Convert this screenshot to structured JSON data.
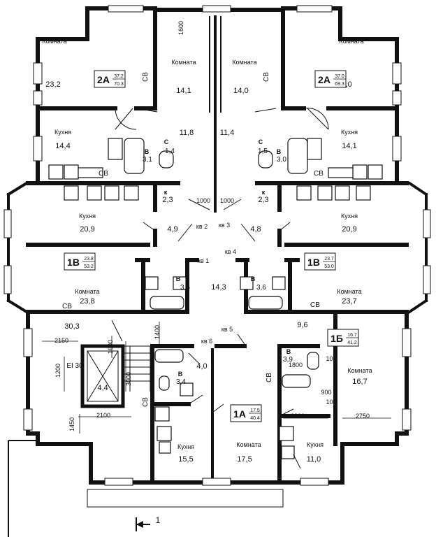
{
  "rooms": [
    {
      "id": "r1",
      "name": "Комната",
      "area": "23,2"
    },
    {
      "id": "r2",
      "name": "Комната",
      "area": "14,1"
    },
    {
      "id": "r3",
      "name": "Комната",
      "area": "14,0"
    },
    {
      "id": "r4",
      "name": "Комната",
      "area": "23,0"
    },
    {
      "id": "r5",
      "name": "Кухня",
      "area": "14,4"
    },
    {
      "id": "r6",
      "name": "Кухня",
      "area": "14,1"
    },
    {
      "id": "r7",
      "name": "Кухня",
      "area": "20,9"
    },
    {
      "id": "r8",
      "name": "Кухня",
      "area": "20,9"
    },
    {
      "id": "r9",
      "name": "Комната",
      "area": "23,8"
    },
    {
      "id": "r10",
      "name": "Комната",
      "area": "23,7"
    },
    {
      "id": "r11",
      "name": "Комната",
      "area": "16,7"
    },
    {
      "id": "r12",
      "name": "Кухня",
      "area": "15,5"
    },
    {
      "id": "r13",
      "name": "Комната",
      "area": "17,5"
    },
    {
      "id": "r14",
      "name": "Кухня",
      "area": "11,0"
    }
  ],
  "apartments": [
    {
      "id": "a1",
      "code": "2А",
      "total": "70.3",
      "living": "37.2"
    },
    {
      "id": "a2",
      "code": "2А",
      "total": "69.3",
      "living": "37.0"
    },
    {
      "id": "a3",
      "code": "1В",
      "total": "53.2",
      "living": "23.8"
    },
    {
      "id": "a4",
      "code": "1В",
      "total": "53.0",
      "living": "23.7"
    },
    {
      "id": "a5",
      "code": "1Б",
      "total": "41.2",
      "living": "16.7"
    },
    {
      "id": "a6",
      "code": "1А",
      "total": "40.4",
      "living": "17.5"
    }
  ],
  "small_areas": [
    {
      "id": "s1",
      "text": "11,8"
    },
    {
      "id": "s2",
      "text": "11,4"
    },
    {
      "id": "s3",
      "text": "4,9"
    },
    {
      "id": "s4",
      "text": "4,8"
    },
    {
      "id": "s5",
      "text": "14,3"
    },
    {
      "id": "s6",
      "text": "30,3"
    },
    {
      "id": "s7",
      "text": "9,6"
    },
    {
      "id": "s8",
      "text": "4,0"
    },
    {
      "id": "s9",
      "text": "4,4"
    },
    {
      "id": "s10",
      "text": "2,3"
    },
    {
      "id": "s11",
      "text": "2,3"
    }
  ],
  "bathrooms": [
    {
      "id": "b1",
      "tag": "В",
      "area": "3,1"
    },
    {
      "id": "b2",
      "tag": "С",
      "area": "1,4"
    },
    {
      "id": "b3",
      "tag": "С",
      "area": "1,5"
    },
    {
      "id": "b4",
      "tag": "В",
      "area": "3,0"
    },
    {
      "id": "b5",
      "tag": "В",
      "area": "3,6"
    },
    {
      "id": "b6",
      "tag": "В",
      "area": "3,6"
    },
    {
      "id": "b7",
      "tag": "В",
      "area": "3,4"
    },
    {
      "id": "b8",
      "tag": "В",
      "area": "3,9"
    }
  ],
  "corridor_tags": [
    {
      "id": "k1",
      "text": "к"
    },
    {
      "id": "k2",
      "text": "к"
    }
  ],
  "apartment_numbers": [
    {
      "id": "kv1",
      "text": "кв 1"
    },
    {
      "id": "kv2",
      "text": "кв 2"
    },
    {
      "id": "kv3",
      "text": "кв 3"
    },
    {
      "id": "kv4",
      "text": "кв 4"
    },
    {
      "id": "kv5",
      "text": "кв 5"
    },
    {
      "id": "kv6",
      "text": "кв 6"
    }
  ],
  "sv_label": "СВ",
  "fire_label": "EI 30",
  "section_mark": "1",
  "dimensions": [
    {
      "id": "d1600a",
      "text": "1600"
    },
    {
      "id": "d1000a",
      "text": "1000"
    },
    {
      "id": "d1000b",
      "text": "1000"
    },
    {
      "id": "d1400",
      "text": "1400"
    },
    {
      "id": "d2150",
      "text": "2150"
    },
    {
      "id": "d1600b",
      "text": "1600"
    },
    {
      "id": "d1200",
      "text": "1200"
    },
    {
      "id": "d3000",
      "text": "3000"
    },
    {
      "id": "d2100",
      "text": "2100"
    },
    {
      "id": "d1450",
      "text": "1450"
    },
    {
      "id": "d1800",
      "text": "1800"
    },
    {
      "id": "d100a",
      "text": "100"
    },
    {
      "id": "d900",
      "text": "900"
    },
    {
      "id": "d100b",
      "text": "100"
    },
    {
      "id": "d2800",
      "text": "2800"
    },
    {
      "id": "d2750",
      "text": "2750"
    }
  ]
}
